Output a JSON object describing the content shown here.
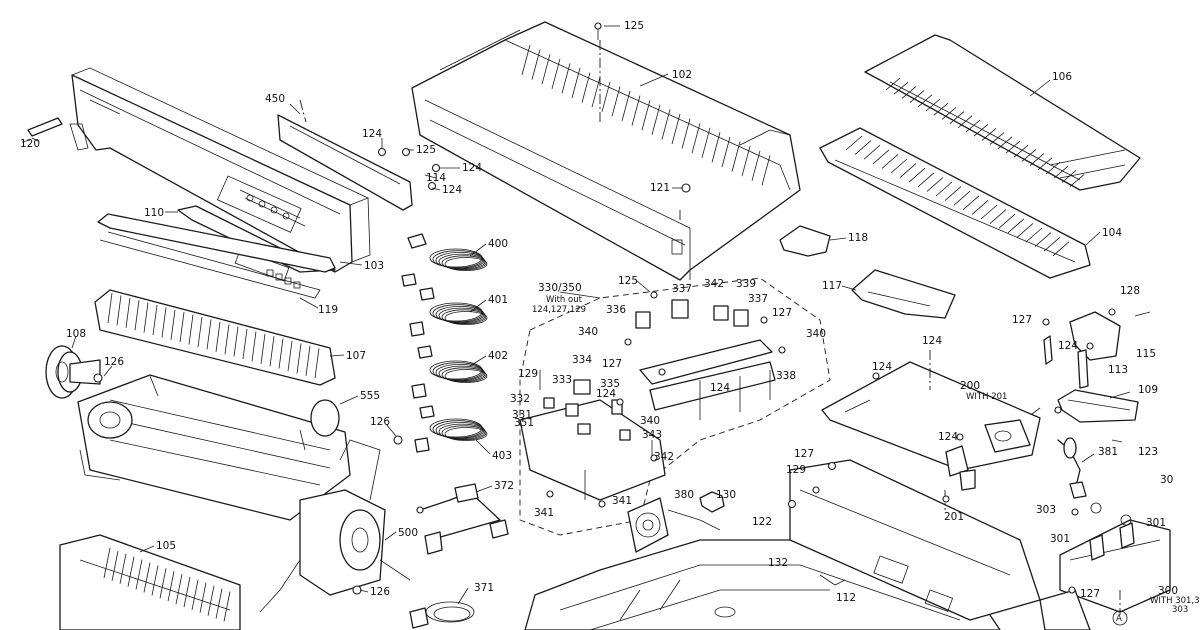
{
  "callouts": {
    "c120": "120",
    "c450": "450",
    "c124a": "124",
    "c125a": "125",
    "c124b": "124",
    "c114": "114",
    "c124c": "124",
    "c110": "110",
    "c103": "103",
    "c119": "119",
    "c107": "107",
    "c108": "108",
    "c126a": "126",
    "c555": "555",
    "c126b": "126",
    "c500": "500",
    "c126c": "126",
    "c105": "105",
    "c125b": "125",
    "c102": "102",
    "c121": "121",
    "c125c": "125",
    "c118": "118",
    "c106": "106",
    "c104": "104",
    "c117": "117",
    "c400": "400",
    "c401": "401",
    "c402": "402",
    "c403": "403",
    "c372": "372",
    "c371": "371",
    "c330_350": "330/350",
    "c330_note1": "With out",
    "c330_note2": "124,127,129",
    "c336": "336",
    "c337a": "337",
    "c342a": "342",
    "c339": "339",
    "c337b": "337",
    "c127a": "127",
    "c340a": "340",
    "c340b": "340",
    "c127b": "127",
    "c338": "338",
    "c129a": "129",
    "c334": "334",
    "c333": "333",
    "c335": "335",
    "c124d": "124",
    "c124e": "124",
    "c332": "332",
    "c331": "331",
    "c351": "351",
    "c340c": "340",
    "c343": "343",
    "c342b": "342",
    "c341a": "341",
    "c341b": "341",
    "c380": "380",
    "c130": "130",
    "c122": "122",
    "c127c": "127",
    "c129b": "129",
    "c132": "132",
    "c112": "112",
    "c124f": "124",
    "c124g": "124",
    "c200": "200",
    "c200_note": "WITH 201",
    "c124h": "124",
    "c201": "201",
    "c128": "128",
    "c127d": "127",
    "c124i": "124",
    "c115": "115",
    "c113": "113",
    "c109": "109",
    "c123": "123",
    "c381": "381",
    "c303": "303",
    "c301a": "301",
    "c301b": "301",
    "c30_top": "30",
    "c300": "300",
    "c300_note1": "WITH 301,3",
    "c300_note2": "303",
    "c127e": "127",
    "cA": "A"
  }
}
